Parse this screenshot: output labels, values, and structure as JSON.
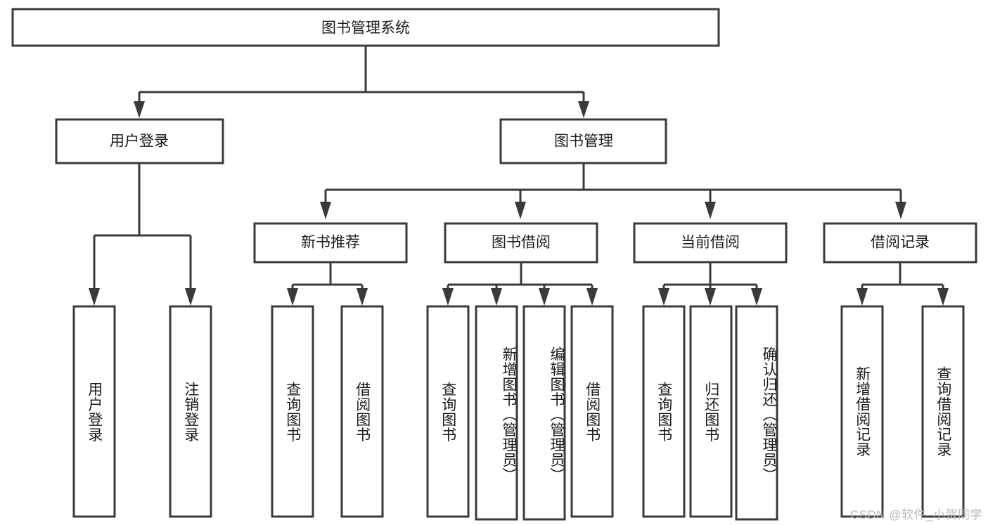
{
  "diagram": {
    "type": "tree-hierarchy",
    "title": "图书管理系统",
    "orientation": "top-down",
    "colors": {
      "box_stroke": "#3a3a3a",
      "box_fill": "#ffffff",
      "connector": "#3a3a3a",
      "text": "#1b1b1b",
      "background": "#ffffff",
      "watermark": "#b9b9b9"
    },
    "root": {
      "label": "图书管理系统"
    },
    "level2": [
      {
        "label": "用户登录"
      },
      {
        "label": "图书管理"
      }
    ],
    "level3": [
      {
        "label": "新书推荐"
      },
      {
        "label": "图书借阅"
      },
      {
        "label": "当前借阅"
      },
      {
        "label": "借阅记录"
      }
    ],
    "leaves": {
      "user_login": [
        {
          "label": "用户登录"
        },
        {
          "label": "注销登录"
        }
      ],
      "new_book": [
        {
          "label": "查询图书"
        },
        {
          "label": "借阅图书"
        }
      ],
      "book_borrow": [
        {
          "label": "查询图书"
        },
        {
          "label": "新增图书（管理员）"
        },
        {
          "label": "编辑图书（管理员）"
        },
        {
          "label": "借阅图书"
        }
      ],
      "current_borrow": [
        {
          "label": "查询图书"
        },
        {
          "label": "归还图书"
        },
        {
          "label": "确认归还（管理员）"
        }
      ],
      "borrow_record": [
        {
          "label": "新增借阅记录"
        },
        {
          "label": "查询借阅记录"
        }
      ]
    }
  },
  "watermark": {
    "text": "CSDN @软件_小贺同学"
  }
}
